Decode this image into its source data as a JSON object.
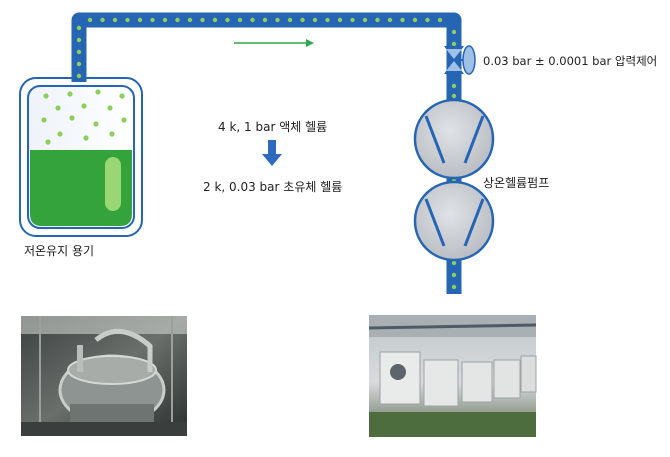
{
  "labels": {
    "vessel": "저온유지 용기",
    "liquid_helium": "4 k, 1 bar 액체 헬륨",
    "superfluid_helium": "2 k, 0.03 bar 초유체 헬륨",
    "pressure_control": "0.03 bar ± 0.0001 bar 압력제어",
    "pump": "상온헬륨펌프"
  },
  "colors": {
    "pipe": "#2565b3",
    "bubble": "#8ccf5b",
    "liquid": "#35a33c",
    "flow_arrow": "#2ea84a",
    "down_arrow": "#2d6bc0",
    "pump_body": "#c9ccd1"
  },
  "photos": {
    "left": "cryostat-vessel-photo",
    "right": "helium-pump-room-photo"
  }
}
